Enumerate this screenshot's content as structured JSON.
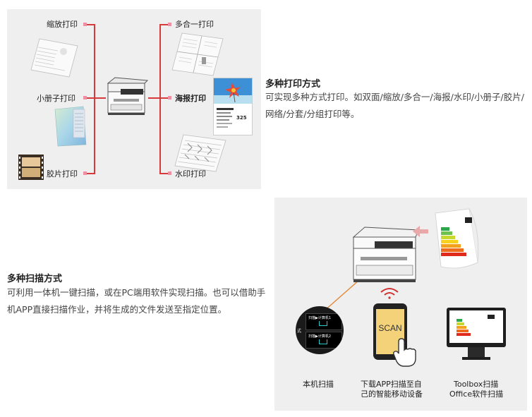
{
  "print_section": {
    "title": "多种打印方式",
    "description": "可实现多种方式打印。如双面/缩放/多合一/海报/水印/小册子/胶片/网络/分套/分组打印等。",
    "labels": {
      "zoom": "缩放打印",
      "booklet": "小册子打印",
      "film": "胶片打印",
      "multi_up": "多合一打印",
      "poster": "海报打印",
      "watermark": "水印打印"
    },
    "poster_number": "325"
  },
  "scan_section": {
    "title": "多种扫描方式",
    "description": "可利用一体机一键扫描，或在PC端用软件实现扫描。也可以借助手机APP直接扫描作业，并将生成的文件发送至指定位置。",
    "screen_items": [
      "扫描▶计算机1",
      "扫描▶计算机2"
    ],
    "screen_side_text": "式",
    "phone_text": "SCAN",
    "methods": {
      "local": "本机扫描",
      "app_line1": "下载APP扫描至自",
      "app_line2": "己的智能移动设备",
      "toolbox_line1": "Toolbox扫描",
      "toolbox_line2": "Office软件扫描"
    }
  },
  "colors": {
    "accent_line": "#d63a3a",
    "connector_dot": "#ef8fa4",
    "panel_bg": "#efefef"
  }
}
